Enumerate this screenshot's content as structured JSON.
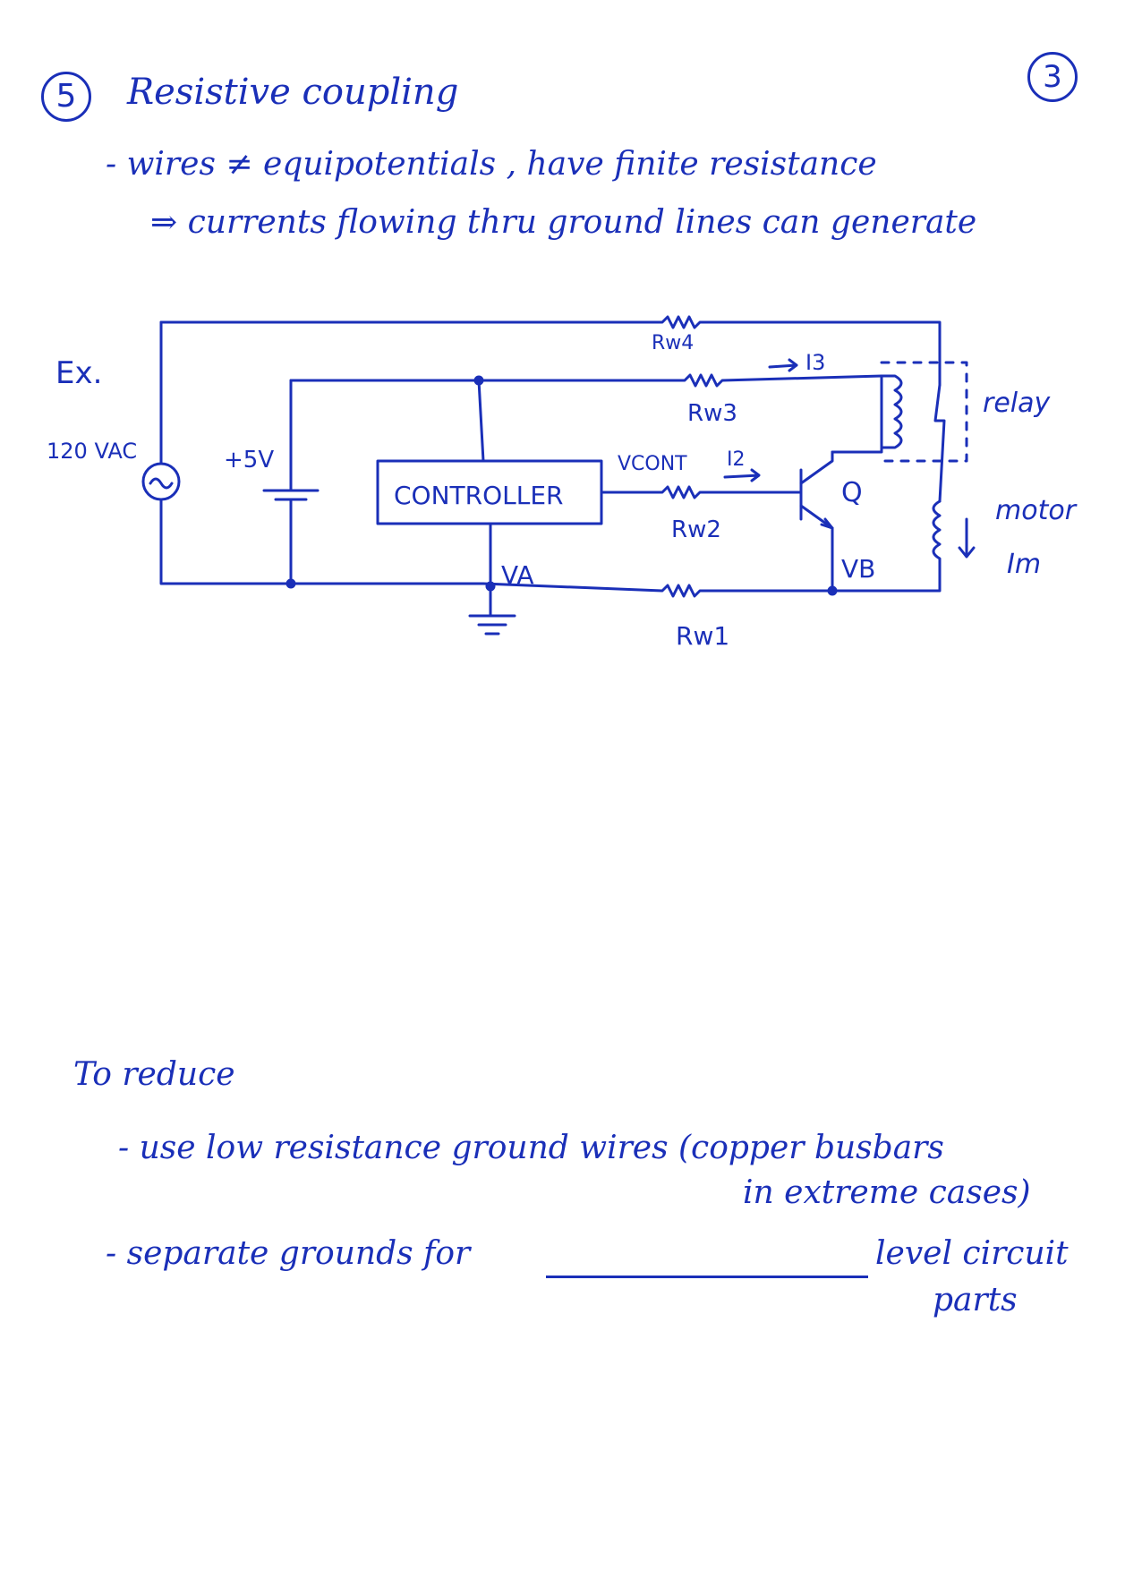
{
  "header": {
    "item_number": "5",
    "title": "Resistive coupling",
    "page_number": "3"
  },
  "notes": {
    "line1": "- wires ≠ equipotentials , have finite resistance",
    "line2": "⇒ currents flowing thru ground lines can generate"
  },
  "circuit": {
    "example_label": "Ex.",
    "source_label": "120 VAC",
    "battery_label": "+5V",
    "controller_label": "CONTROLLER",
    "vcont_label": "VCONT",
    "i2_label": "I2",
    "i3_label": "I3",
    "rw1_label": "Rw1",
    "rw2_label": "Rw2",
    "rw3_label": "Rw3",
    "rw4_label": "Rw4",
    "q_label": "Q",
    "va_label": "VA",
    "vb_label": "VB",
    "relay_label": "relay",
    "motor_label": "motor",
    "im_label": "Im"
  },
  "reduce": {
    "heading": "To reduce",
    "item1_a": "- use low resistance ground wires (copper busbars",
    "item1_b": "in extreme cases)",
    "item2_a": "- separate grounds for",
    "item2_b": "level circuit",
    "item2_c": "parts"
  },
  "colors": {
    "ink": "#1a2fb8",
    "paper": "#ffffff"
  }
}
